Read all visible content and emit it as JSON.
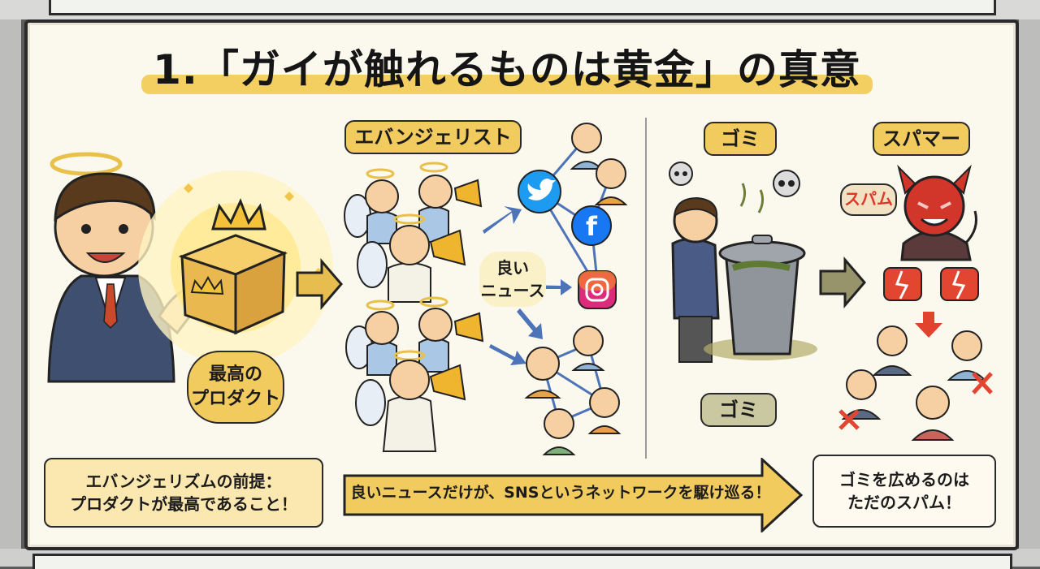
{
  "title": "1.「ガイが触れるものは黄金」の真意",
  "labels": {
    "evangelist": "エバンジェリスト",
    "garbage": "ゴミ",
    "spammer": "スパマー",
    "garbage_bottom": "ゴミ",
    "best_product": "最高の\nプロダクト",
    "good_news": "良い\nニュース",
    "spam": "スパム"
  },
  "notes": {
    "premise": "エバンジェリズムの前提：\nプロダクトが最高であること！",
    "flow": "良いニュースだけが、SNSというネットワークを駆け巡る！",
    "spam": "ゴミを広めるのは\nただのスパム！"
  },
  "icons": {
    "twitter": "twitter-icon",
    "facebook": "facebook-icon",
    "instagram": "instagram-icon",
    "facebook_letter": "f"
  },
  "colors": {
    "accent": "#f2cb5e",
    "twitter": "#1d9bf0",
    "facebook": "#1877f2",
    "instagram_a": "#f58529",
    "instagram_b": "#dd2a7b",
    "spam_red": "#e03628"
  }
}
